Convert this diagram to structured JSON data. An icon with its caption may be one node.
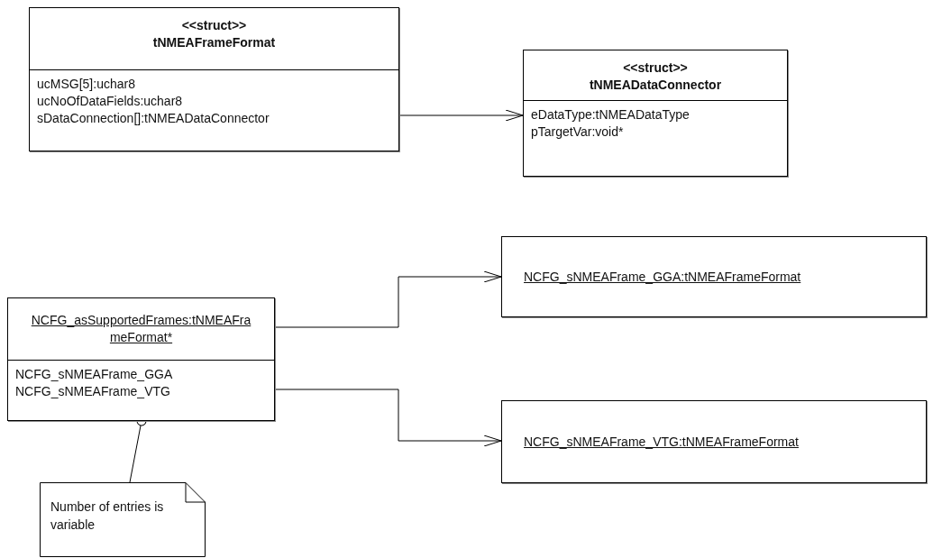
{
  "diagram": {
    "nodes": [
      {
        "text": [
          "<<struct>>",
          "tNMEAFrameFormat",
          "ucMSG[5]:uchar8",
          "ucNoOfDataFields:uchar8",
          "sDataConnection[]:tNMEADataConnector"
        ]
      },
      {
        "text": [
          "<<struct>>",
          "tNMEADataConnector",
          "eDataType:tNMEADataType",
          "pTargetVar:void*"
        ]
      },
      {
        "text": [
          "NCFG_asSupportedFrames:tNMEAFrameFormat*",
          "NCFG_sNMEAFrame_GGA",
          "NCFG_sNMEAFrame_VTG"
        ]
      },
      {
        "text": [
          "NCFG_sNMEAFrame_GGA:tNMEAFrameFormat"
        ]
      },
      {
        "text": [
          "NCFG_sNMEAFrame_VTG:tNMEAFrameFormat"
        ]
      },
      {
        "text": [
          "Number of entries is variable"
        ]
      }
    ],
    "edges": [
      {
        "from": 0,
        "to": 1,
        "arrow": "to"
      },
      {
        "from": 2,
        "to": 3,
        "arrow": "to"
      },
      {
        "from": 2,
        "to": 4,
        "arrow": "to"
      },
      {
        "from": 5,
        "to": 2,
        "arrow": "other"
      }
    ]
  }
}
